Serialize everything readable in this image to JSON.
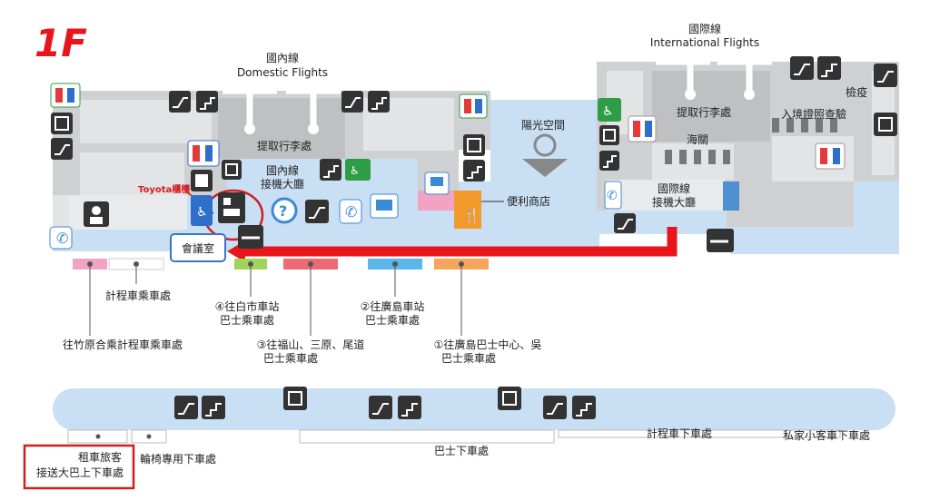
{
  "floor_label": "1F",
  "domestic": {
    "zh": "國內線",
    "en": "Domestic Flights"
  },
  "international": {
    "zh": "國際線",
    "en": "International Flights"
  },
  "rooms": {
    "baggage_claim_dom": "提取行李處",
    "arrival_hall_dom_1": "國內線",
    "arrival_hall_dom_2": "接機大廳",
    "sunlight_space": "陽光空間",
    "convenience_store": "便利商店",
    "intl_arrival_1": "國際線",
    "intl_arrival_2": "接機大廳",
    "customs": "海關",
    "baggage_claim_intl": "提取行李處",
    "immigration": "入境證照查驗",
    "quarantine": "檢疫",
    "meeting_room": "會議室",
    "toyota_counter": "Toyota櫃檯"
  },
  "stops": {
    "taxi_pickup": "計程車乘車處",
    "shared_taxi_takehara": "往竹原合乘計程車乘車處",
    "bus4_line1": "④往白市車站",
    "bus4_line2": "巴士乘車處",
    "bus3_line1": "③往福山、三原、尾道",
    "bus3_line2": "巴士乘車處",
    "bus2_line1": "②往廣島車站",
    "bus2_line2": "巴士乘車處",
    "bus1_line1": "①往廣島巴士中心、吳",
    "bus1_line2": "巴士乘車處",
    "rental_line1": "租車旅客",
    "rental_line2": "接送大巴上下車處",
    "wheelchair_dropoff": "輪椅專用下車處",
    "bus_dropoff": "巴士下車處",
    "taxi_dropoff": "計程車下車處",
    "private_car_dropoff": "私家小客車下車處"
  },
  "colors": {
    "floor_label": "#e8151b",
    "route_arrow": "#e8151b",
    "highlight": "#d21e1e",
    "building": "#cfd0d2",
    "corridor": "#c9dff3",
    "store": "#f39a2c",
    "pink": "#f2a2c3",
    "green_stop": "#9fd35b",
    "red_stop": "#ec6a73",
    "blue_stop": "#5bb6ea",
    "orange_stop": "#f6a65a"
  }
}
